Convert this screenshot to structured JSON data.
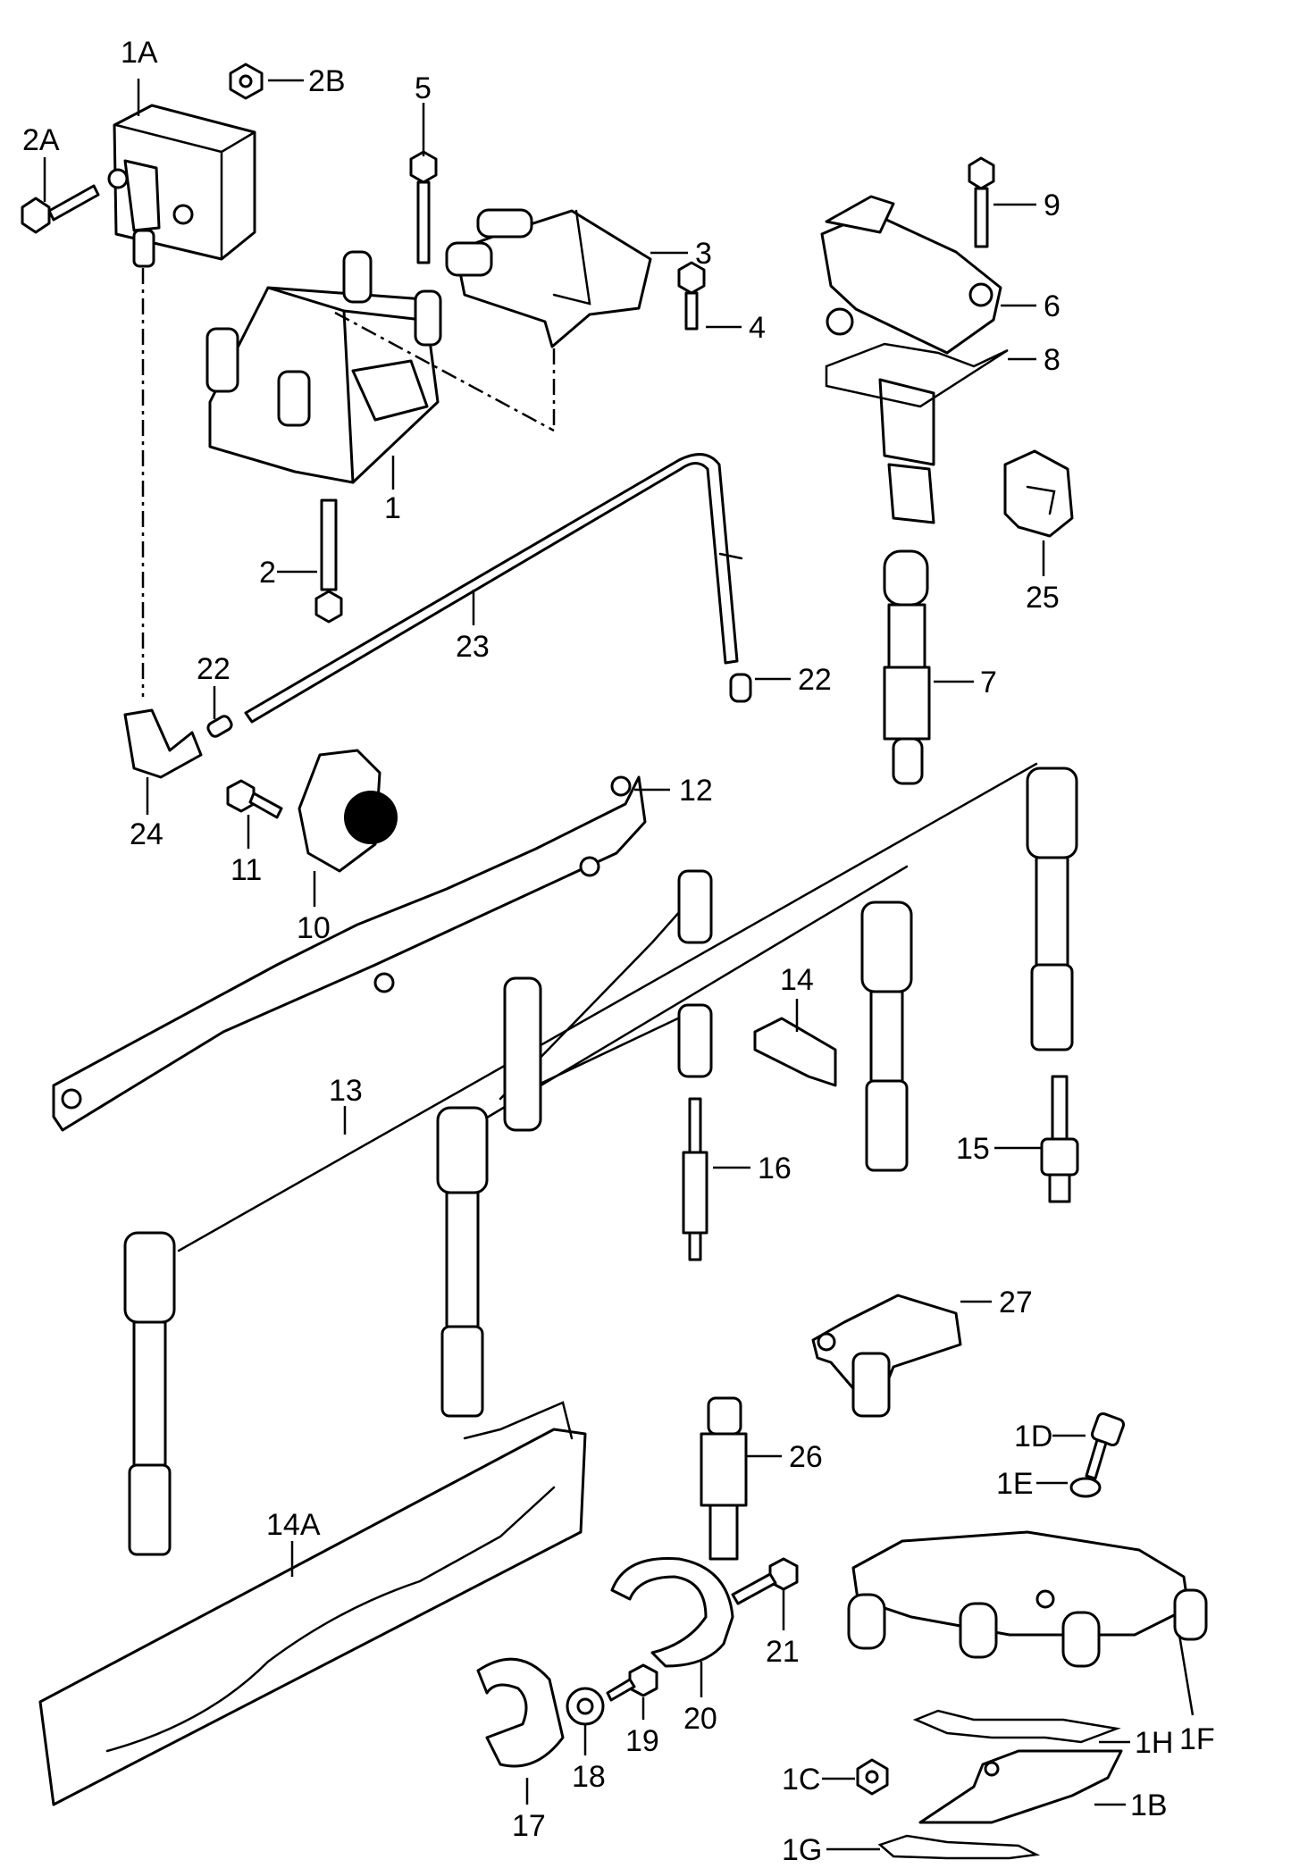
{
  "labels": {
    "p1A": "1A",
    "p2B": "2B",
    "p2A": "2A",
    "p5": "5",
    "p3": "3",
    "p4": "4",
    "p9": "9",
    "p6": "6",
    "p8": "8",
    "p1": "1",
    "p2": "2",
    "p23": "23",
    "p25": "25",
    "p22a": "22",
    "p22b": "22",
    "p7": "7",
    "p24": "24",
    "p12": "12",
    "p11": "11",
    "p10": "10",
    "p14": "14",
    "p13": "13",
    "p16": "16",
    "p15": "15",
    "p27": "27",
    "p26": "26",
    "p1D": "1D",
    "p1E": "1E",
    "p14A": "14A",
    "p21": "21",
    "p1H": "1H",
    "p1F": "1F",
    "p1C": "1C",
    "p1B": "1B",
    "p19": "19",
    "p20": "20",
    "p18": "18",
    "p17": "17",
    "p1G": "1G"
  }
}
